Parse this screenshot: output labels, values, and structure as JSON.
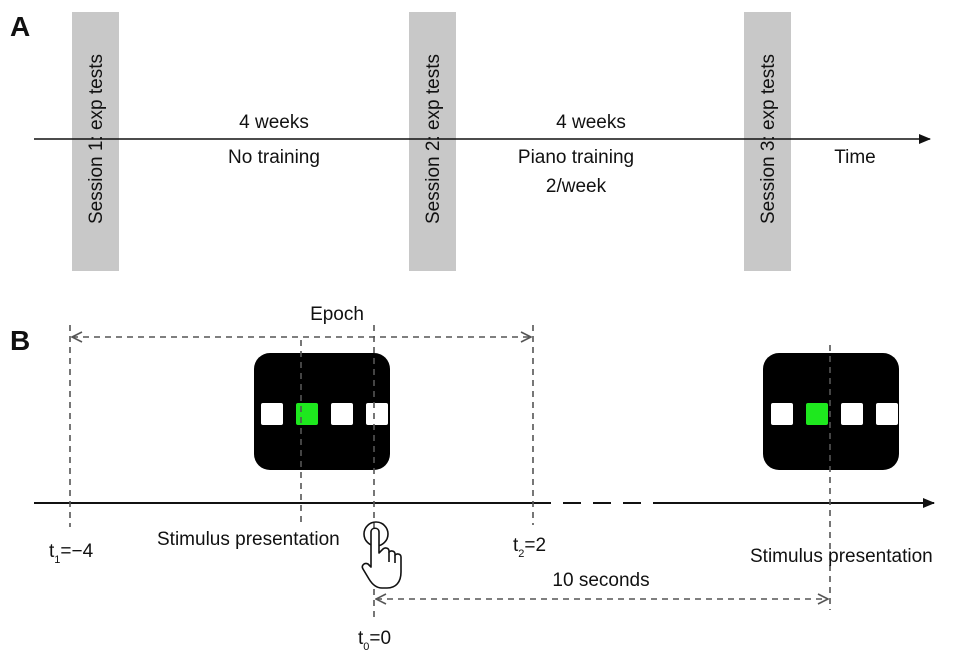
{
  "panel_a": {
    "letter": "A",
    "sessions": [
      {
        "label": "Session 1: exp tests"
      },
      {
        "label": "Session 2: exp tests"
      },
      {
        "label": "Session 3: exp tests"
      }
    ],
    "interval_1": {
      "duration": "4 weeks",
      "activity": "No training"
    },
    "interval_2": {
      "duration": "4 weeks",
      "activity": "Piano training",
      "frequency": "2/week"
    },
    "axis_label": "Time"
  },
  "panel_b": {
    "letter": "B",
    "epoch_label": "Epoch",
    "t1": {
      "prefix": "t",
      "sub": "1",
      "value": "=−4"
    },
    "t2": {
      "prefix": "t",
      "sub": "2",
      "value": "=2"
    },
    "t0": {
      "prefix": "t",
      "sub": "0",
      "value": "=0"
    },
    "stimulus_label_1": "Stimulus presentation",
    "stimulus_label_2": "Stimulus presentation",
    "interval_label": "10 seconds",
    "stimulus_squares": 4,
    "stimulus_1_active": 2,
    "stimulus_2_active": 2
  },
  "colors": {
    "session_bar": "#c8c8c8",
    "screen": "#000000",
    "active_square": "#1ee81e",
    "inactive_square": "#ffffff",
    "dashed": "#555555"
  },
  "icons": [
    "pointing-hand-icon"
  ]
}
